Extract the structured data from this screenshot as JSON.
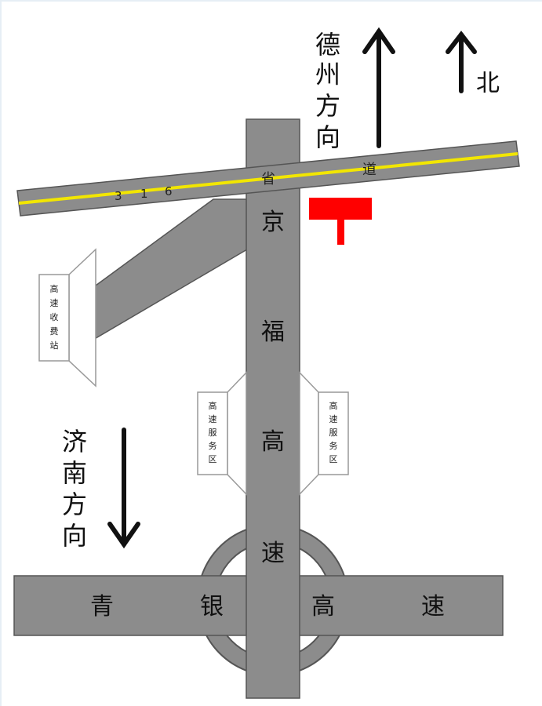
{
  "colors": {
    "road": "#8c8c8c",
    "road_outline": "#555555",
    "center_line": "#f2e600",
    "marker": "#ff0000",
    "text": "#111111",
    "background": "#ffffff"
  },
  "map": {
    "north_label": "北",
    "dezhou_label": [
      "德",
      "州",
      "方",
      "向"
    ],
    "jinan_label": [
      "济",
      "南",
      "方",
      "向"
    ],
    "road_316": {
      "digits": [
        "3",
        "1",
        "6"
      ],
      "sheng_char": "省",
      "dao_char": "道"
    },
    "jingfu_label": [
      "京",
      "福",
      "高",
      "速"
    ],
    "qingyin_label": [
      "青",
      "银",
      "高",
      "速"
    ],
    "toll_station": [
      "高",
      "速",
      "收",
      "费",
      "站"
    ],
    "service_area_left": [
      "高",
      "速",
      "服",
      "务",
      "区"
    ],
    "service_area_right": [
      "高",
      "速",
      "服",
      "务",
      "区"
    ],
    "icons": {
      "north_arrow": "arrow-up-icon",
      "dezhou_arrow": "arrow-up-icon",
      "jinan_arrow": "arrow-down-icon",
      "location_marker": "t-marker-icon"
    }
  }
}
